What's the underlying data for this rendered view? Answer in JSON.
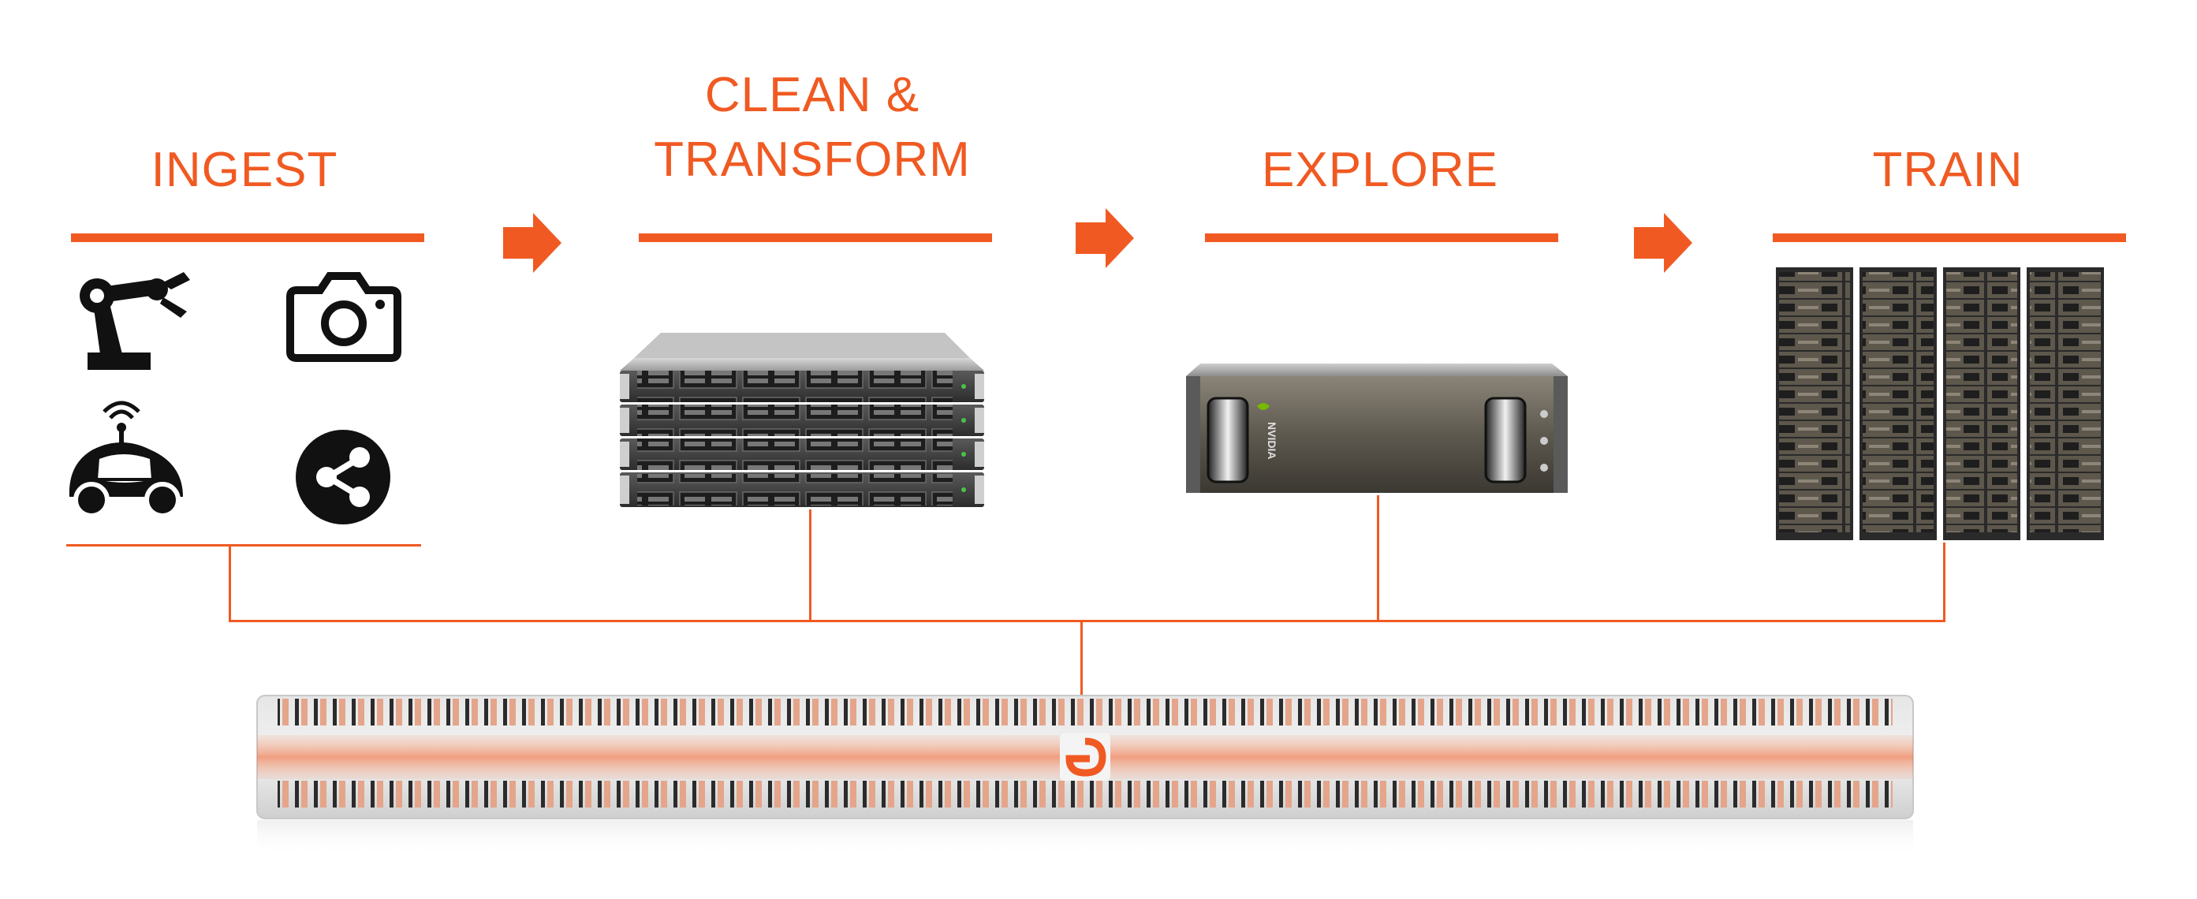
{
  "colors": {
    "accent": "#f05a22",
    "icon": "#111111",
    "chassis": "#3a3a3a"
  },
  "stages": [
    {
      "title": "INGEST"
    },
    {
      "title": "CLEAN &\nTRANSFORM"
    },
    {
      "title": "EXPLORE"
    },
    {
      "title": "TRAIN"
    }
  ],
  "ingest_icons": [
    "robot-arm-icon",
    "camera-icon",
    "self-driving-car-icon",
    "share-icon"
  ],
  "hardware": {
    "clean": "stacked-rack-servers",
    "explore": "nvidia-gpu-server",
    "explore_badge": "NVIDIA",
    "train": "gpu-cluster-racks",
    "storage": "flash-storage-array"
  }
}
